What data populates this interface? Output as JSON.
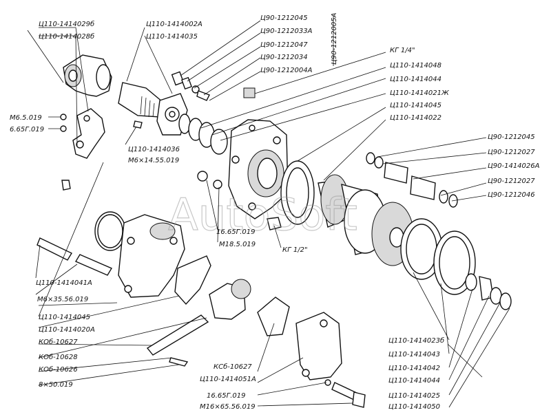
{
  "watermark": "AutoSoft",
  "labels": {
    "l01": "Ц110-1414029б",
    "l02": "Ц110-1414028б",
    "l03": "Ц110-1414002А",
    "l04": "Ц110-1414035",
    "l05": "Ц90-1212045",
    "l06": "Ц90-1212033А",
    "l07": "Ц90-1212047",
    "l08": "Ц90-1212034",
    "l09": "Ц90-1212004А",
    "l10": "Ц90-1212005А",
    "l11": "КГ 1/4\"",
    "l12": "Ц110-1414048",
    "l13": "Ц110-1414044",
    "l14": "Ц110-1414021Ж",
    "l15": "Ц110-1414045",
    "l16": "Ц110-1414022",
    "l17": "М6.5.019",
    "l18": "6.65Г.019",
    "l19": "Ц110-1414036",
    "l20": "М6×14.55.019",
    "l21": "Ц90-1212045",
    "l22": "Ц90-1212027",
    "l23": "Ц90-1414026А",
    "l24": "Ц90-1212027",
    "l25": "Ц90-1212046",
    "l26": "16.65Г.019",
    "l27": "М18.5.019",
    "l28": "КГ 1/2\"",
    "l29": "Ц110-1414041А",
    "l30": "М6×35.56.019",
    "l31": "Ц110-1414045",
    "l32": "Ц110-1414020А",
    "l33": "КОб-10627",
    "l34": "КОб-10628",
    "l35": "КОб-10626",
    "l36": "8×50.019",
    "l37": "КСб-10627",
    "l38": "Ц110-1414051А",
    "l39": "16.65Г.019",
    "l40": "М16×65.56.019",
    "l41": "Ц110-1414023б",
    "l42": "Ц110-1414043",
    "l43": "Ц110-1414042",
    "l44": "Ц110-1414044",
    "l45": "Ц110-1414025",
    "l46": "Ц110-1414050"
  }
}
